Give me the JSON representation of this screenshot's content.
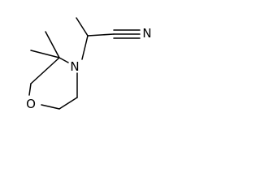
{
  "molecule": {
    "atoms": {
      "nitrogen_ring": "N",
      "oxygen_ring": "O",
      "nitrile_nitrogen": "N"
    },
    "bond_color": "#000000",
    "label_color": "#000000",
    "background": "#ffffff"
  }
}
